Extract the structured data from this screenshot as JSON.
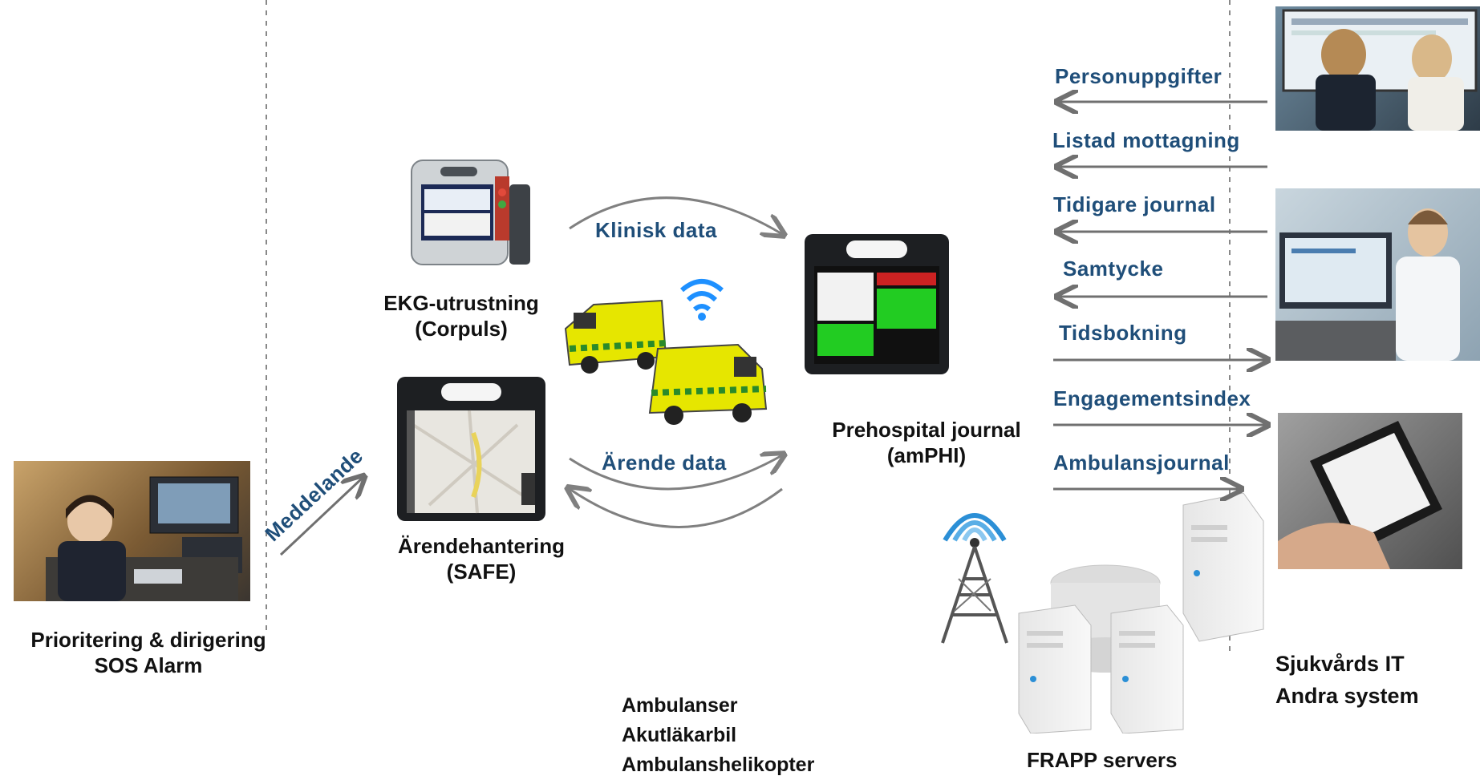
{
  "left": {
    "dispatch_title": "Prioritering & dirigering",
    "dispatch_subtitle": "SOS Alarm",
    "message_label": "Meddelande"
  },
  "center": {
    "ekg_title": "EKG-utrustning",
    "ekg_subtitle": "(Corpuls)",
    "case_title": "Ärendehantering",
    "case_subtitle": "(SAFE)",
    "clinical_data": "Klinisk data",
    "case_data": "Ärende data",
    "journal_title": "Prehospital journal",
    "journal_subtitle": "(amPHI)",
    "vehicles": [
      "Ambulanser",
      "Akutläkarbil",
      "Ambulanshelikopter"
    ],
    "servers_label": "FRAPP servers"
  },
  "right": {
    "flows": [
      {
        "label": "Personuppgifter",
        "direction": "in"
      },
      {
        "label": "Listad mottagning",
        "direction": "in"
      },
      {
        "label": "Tidigare journal",
        "direction": "in"
      },
      {
        "label": "Samtycke",
        "direction": "in"
      },
      {
        "label": "Tidsbokning",
        "direction": "out"
      },
      {
        "label": "Engagementsindex",
        "direction": "out"
      },
      {
        "label": "Ambulansjournal",
        "direction": "out"
      }
    ],
    "system_title": "Sjukvårds IT",
    "system_subtitle": "Andra system"
  },
  "colors": {
    "accent_blue": "#1f4e79",
    "arrow_gray": "#707070",
    "ambulance_yellow": "#e6e600",
    "ambulance_green": "#2a8a2a",
    "wifi_blue": "#1e90ff"
  }
}
